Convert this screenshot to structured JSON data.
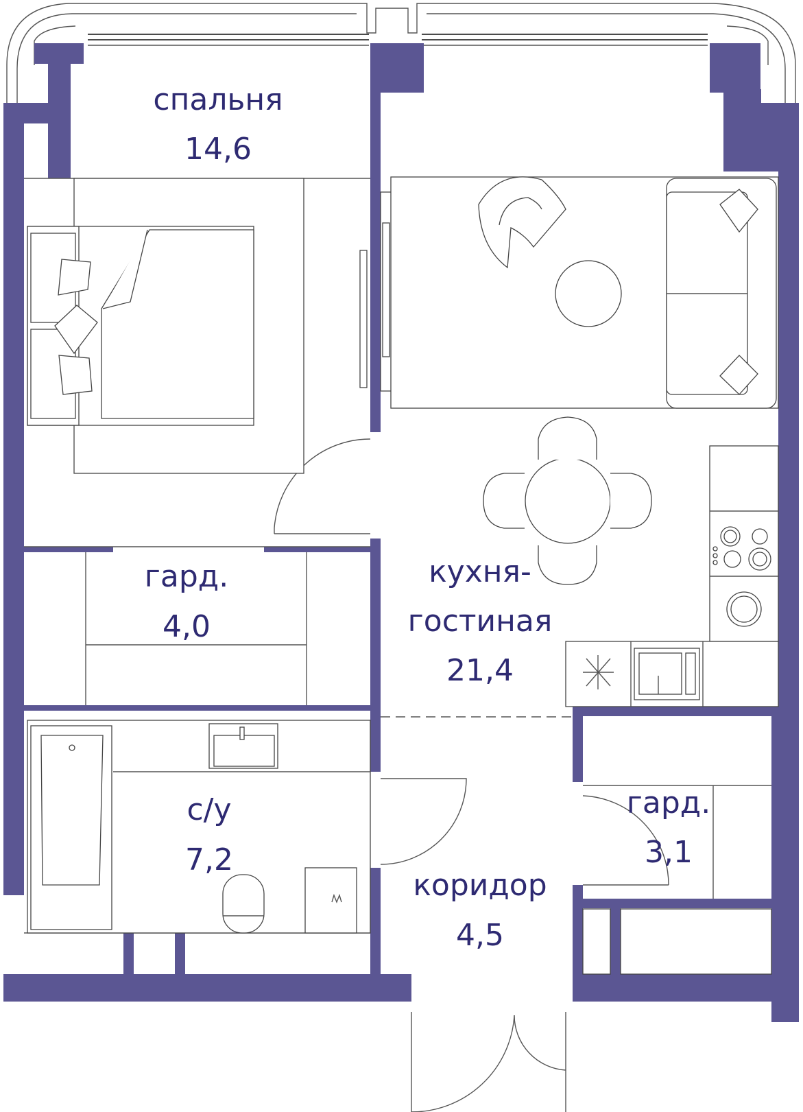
{
  "colors": {
    "wall": "#5b5693",
    "label": "#2e2a72",
    "line": "#444444"
  },
  "rooms": {
    "bedroom": {
      "name": "спальня",
      "area": "14,6"
    },
    "kitchen": {
      "name_line1": "кухня-",
      "name_line2": "гостиная",
      "area": "21,4"
    },
    "wardrobe1": {
      "name": "гард.",
      "area": "4,0"
    },
    "bathroom": {
      "name": "с/у",
      "area": "7,2"
    },
    "corridor": {
      "name": "коридор",
      "area": "4,5"
    },
    "wardrobe2": {
      "name": "гард.",
      "area": "3,1"
    }
  }
}
